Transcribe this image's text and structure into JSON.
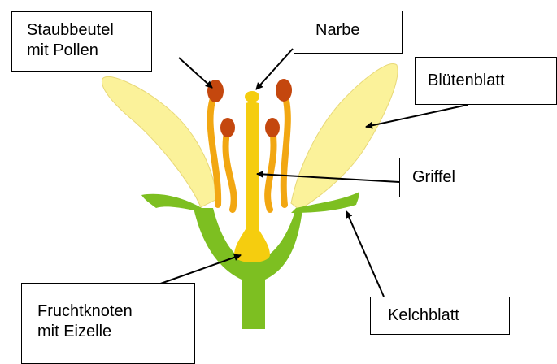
{
  "labels": {
    "staubbeutel": [
      "Staubbeutel",
      "mit Pollen"
    ],
    "narbe": "Narbe",
    "bluetenblatt": "Blütenblatt",
    "griffel": "Griffel",
    "fruchtknoten": [
      "Fruchtknoten",
      "mit Eizelle"
    ],
    "kelchblatt": "Kelchblatt"
  },
  "colors": {
    "petal": "#fbf29a",
    "petal_outline": "#e8d878",
    "sepal": "#7dbf21",
    "stamen": "#f2a712",
    "anther": "#c4470e",
    "pistil": "#f5cd0f",
    "label_border": "#000000",
    "arrow": "#000000"
  }
}
